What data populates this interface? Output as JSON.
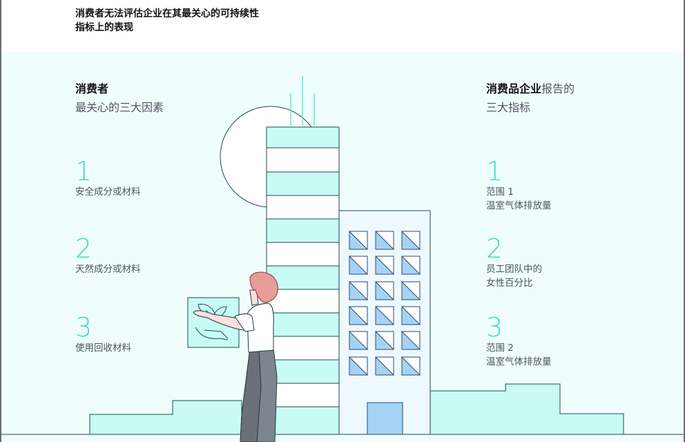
{
  "header": {
    "title_line1": "消费者无法评估企业在其最关心的可持续性",
    "title_line2": "指标上的表现"
  },
  "left_column": {
    "heading_bold": "消费者",
    "heading_sub": "最关心的三大因素",
    "items": [
      {
        "number": "1",
        "label": "安全成分或材料"
      },
      {
        "number": "2",
        "label": "天然成分或材料"
      },
      {
        "number": "3",
        "label": "使用回收材料"
      }
    ]
  },
  "right_column": {
    "heading_bold": "消费品企业",
    "heading_rest": "报告的",
    "heading_sub": "三大指标",
    "items": [
      {
        "number": "1",
        "label_line1": "范围 1",
        "label_line2": "温室气体排放量"
      },
      {
        "number": "2",
        "label_line1": "员工团队中的",
        "label_line2": "女性百分比"
      },
      {
        "number": "3",
        "label_line1": "范围 2",
        "label_line2": "温室气体排放量"
      }
    ]
  },
  "colors": {
    "accent_teal": "#3ddcc6",
    "panel_bg": "#effefc",
    "building_teal": "#c8fbf3",
    "window_blue": "#a6d3f5",
    "outline": "#1f4a4f"
  }
}
